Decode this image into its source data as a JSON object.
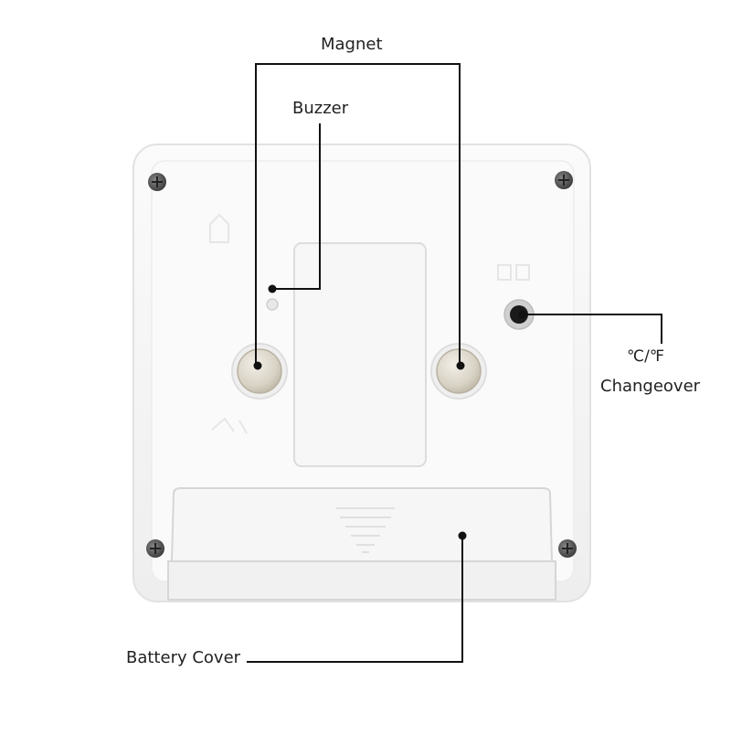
{
  "labels": {
    "magnet": "Magnet",
    "buzzer": "Buzzer",
    "unit_symbol": "℃/℉",
    "changeover": "Changeover",
    "battery_cover": "Battery Cover"
  },
  "colors": {
    "device_body": "#f4f4f4",
    "device_outline": "#dddddd",
    "leader_line": "#111111",
    "magnet_metal": "#d9d4c8",
    "screw": "#555555"
  }
}
